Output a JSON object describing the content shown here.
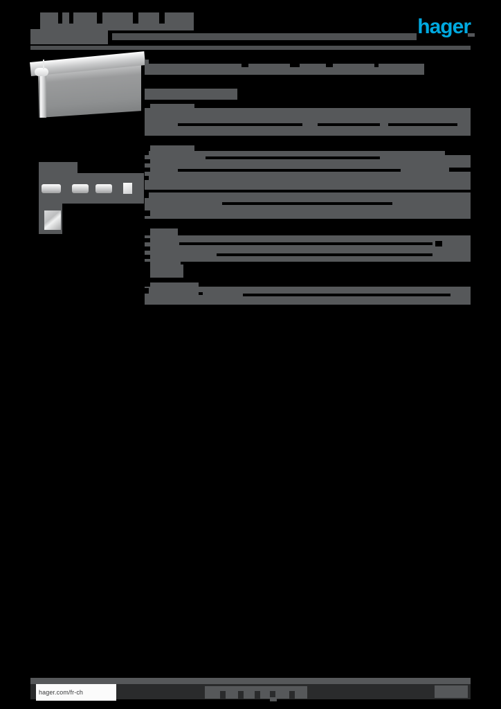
{
  "document": {
    "type": "product-datasheet",
    "brand": "hager",
    "title_redacted": true,
    "subtitle_redacted": true
  },
  "header": {
    "logo_text": "hager",
    "logo_color": "#00a9e0",
    "title_line1": "",
    "title_line2": "",
    "subtitle": ""
  },
  "left_column": {
    "product_image": {
      "alt": "product-photo",
      "caption": ""
    },
    "thumbnail_strip": {
      "alt": "product-variant-thumbnails",
      "count": 4
    }
  },
  "content": {
    "sections": [
      {
        "name": "section-intro",
        "redacted": true
      },
      {
        "name": "section-label",
        "redacted": true
      },
      {
        "name": "section-block-1",
        "redacted": true
      },
      {
        "name": "section-specs",
        "redacted": true
      },
      {
        "name": "section-block-2",
        "redacted": true
      },
      {
        "name": "section-block-3",
        "redacted": true
      },
      {
        "name": "section-footnote",
        "redacted": true
      }
    ]
  },
  "footer": {
    "url": "hager.com/fr-ch",
    "center_text": "",
    "page_number": ""
  },
  "colors": {
    "background": "#000000",
    "redaction_gray": "#56585a",
    "accent": "#00a9e0",
    "footer_bar": "#2a2b2c"
  }
}
